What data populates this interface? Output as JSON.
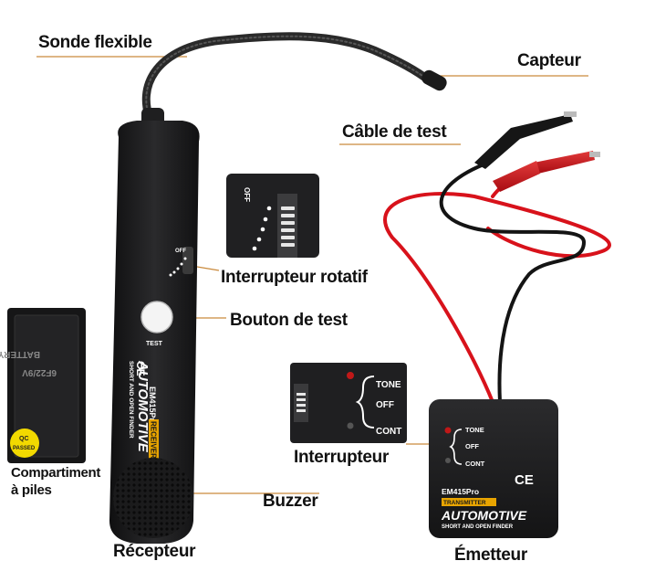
{
  "labels": {
    "probe": "Sonde flexible",
    "sensor": "Capteur",
    "test_cable": "Câble de test",
    "rotary_switch": "Interrupteur rotatif",
    "test_button": "Bouton de test",
    "switch": "Interrupteur",
    "battery_compartment_line1": "Compartiment",
    "battery_compartment_line2": "à piles",
    "buzzer": "Buzzer",
    "receiver": "Récepteur",
    "transmitter": "Émetteur"
  },
  "device_text": {
    "rotary_off": "OFF",
    "test_key": "TEST",
    "model": "EM415Pro",
    "receiver_tag": "RECEIVER",
    "transmitter_tag": "TRANSMITTER",
    "brand": "AUTOMOTIVE",
    "brand_sub": "SHORT AND OPEN FINDER",
    "ce_mark": "CE",
    "tone": "TONE",
    "off": "OFF",
    "cont": "CONT",
    "battery_text_line1": "BATTERY",
    "battery_text_line2": "6F22/9V",
    "qc_line1": "QC",
    "qc_line2": "PASSED"
  },
  "colors": {
    "device_body": "#1c1c1e",
    "label_line": "#c98a3c",
    "red_wire": "#d8121b",
    "tag_orange": "#e8a400",
    "qc_yellow": "#f2d900"
  }
}
